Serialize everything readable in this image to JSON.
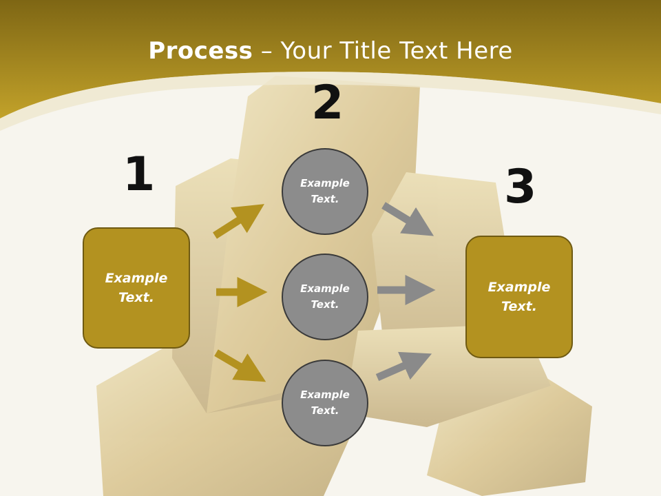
{
  "slide": {
    "title_bold": "Process",
    "title_rest": " – Your Title Text Here"
  },
  "steps": {
    "step1": {
      "number": "1",
      "line1": "Example",
      "line2": "Text."
    },
    "step2": {
      "number": "2",
      "circles": [
        {
          "line1": "Example",
          "line2": "Text."
        },
        {
          "line1": "Example",
          "line2": "Text."
        },
        {
          "line1": "Example",
          "line2": "Text."
        }
      ]
    },
    "step3": {
      "number": "3",
      "line1": "Example",
      "line2": "Text."
    }
  },
  "colors": {
    "gold": "#b39220",
    "gold_dark": "#6f5a12",
    "circle_gray": "#8c8c8c",
    "arrow_gray": "#8a8a8a",
    "header_gold": "#a88a1c"
  },
  "background": {
    "image_description_icon": "gold-bars-icon"
  }
}
